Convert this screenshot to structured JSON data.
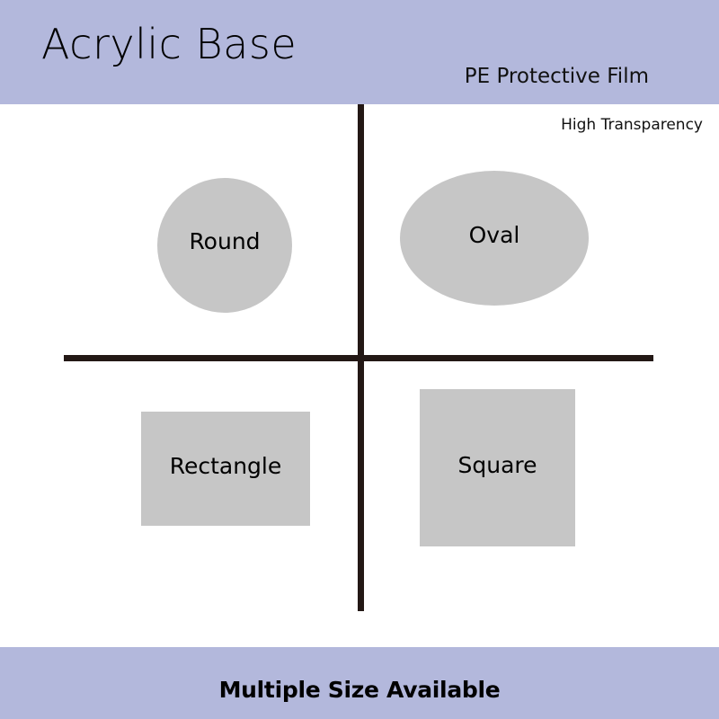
{
  "header": {
    "title": "Acrylic Base",
    "subtitle": "PE Protective Film",
    "tagline": "High Transparency"
  },
  "footer": {
    "text": "Multiple Size Available"
  },
  "shapes": [
    {
      "name": "round",
      "label": "Round"
    },
    {
      "name": "oval",
      "label": "Oval"
    },
    {
      "name": "rectangle",
      "label": "Rectangle"
    },
    {
      "name": "square",
      "label": "Square"
    }
  ],
  "colors": {
    "banner": "#b3b8dc",
    "shape_fill": "#c6c6c6",
    "divider": "#231815",
    "background": "#ffffff",
    "text": "#000000"
  }
}
